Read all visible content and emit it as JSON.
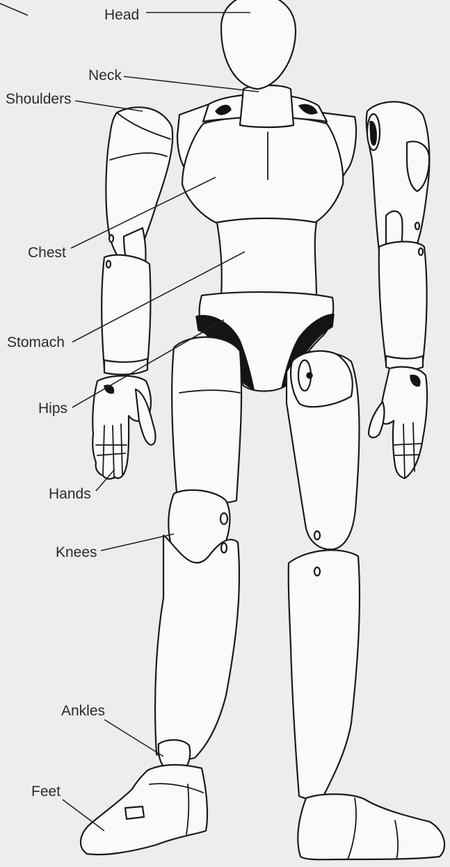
{
  "diagram": {
    "labels": {
      "head": "Head",
      "neck": "Neck",
      "shoulders": "Shoulders",
      "chest": "Chest",
      "stomach": "Stomach",
      "hips": "Hips",
      "hands": "Hands",
      "knees": "Knees",
      "ankles": "Ankles",
      "feet": "Feet"
    }
  }
}
